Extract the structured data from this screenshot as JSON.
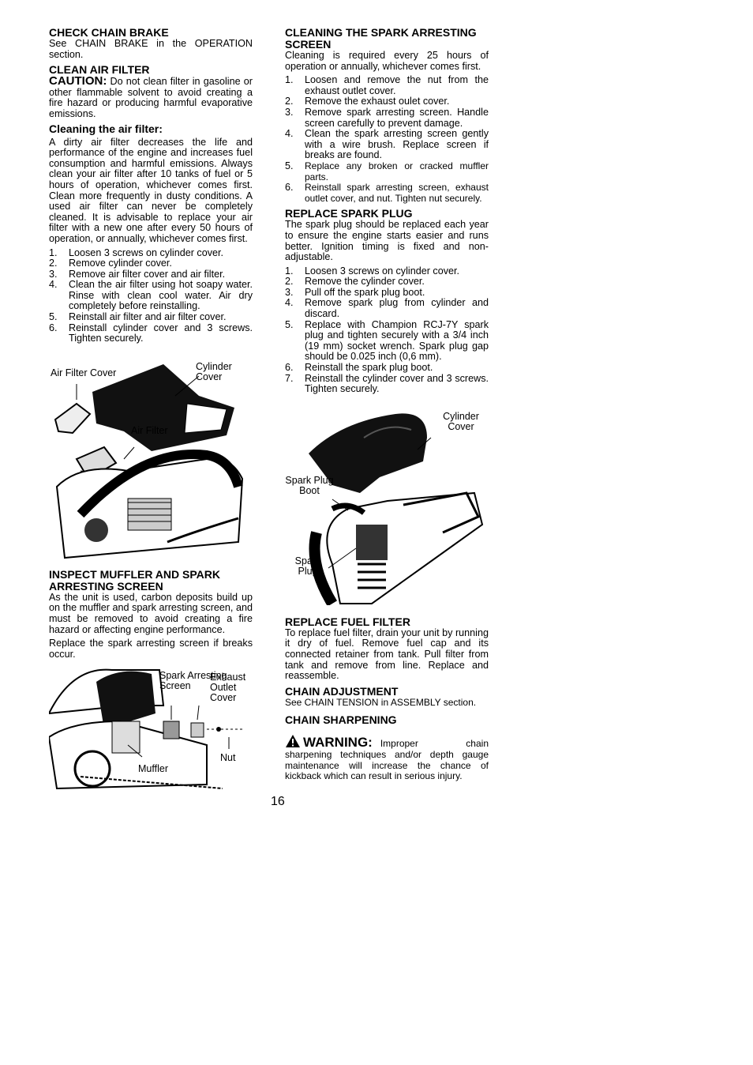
{
  "left": {
    "check_chain_brake": {
      "heading": "CHECK CHAIN BRAKE",
      "text": "See CHAIN BRAKE in the OPERATION section."
    },
    "clean_air_filter": {
      "heading": "CLEAN AIR FILTER",
      "caution_label": "CAUTION:",
      "caution_text": " Do not clean filter in gasoline or other flammable solvent to avoid creating a fire hazard or producing harmful evaporative emissions.",
      "subheading": "Cleaning the air filter:",
      "intro": "A dirty air filter decreases the life and performance of the engine and increases fuel consumption and harmful emissions. Always clean your air filter after 10 tanks of fuel or 5 hours of operation, whichever comes first. Clean more frequently in dusty conditions. A used air filter can never be completely cleaned. It is advisable to replace your air filter with a new one after every 50 hours of operation, or annually, whichever comes first.",
      "steps": [
        {
          "num": "1.",
          "text": "Loosen 3 screws on cylinder cover."
        },
        {
          "num": "2.",
          "text": "Remove cylinder cover."
        },
        {
          "num": "3.",
          "text": "Remove air filter cover and air filter."
        },
        {
          "num": "4.",
          "text": "Clean the air filter using hot soapy water. Rinse with clean cool water. Air dry completely before reinstalling."
        },
        {
          "num": "5.",
          "text": "Reinstall air filter and air filter cover."
        },
        {
          "num": "6.",
          "text": "Reinstall cylinder cover and 3 screws. Tighten securely."
        }
      ],
      "figure_labels": {
        "air_filter_cover": "Air Filter Cover",
        "cylinder_cover": "Cylinder Cover",
        "air_filter": "Air Filter"
      }
    },
    "inspect_muffler": {
      "heading": "INSPECT MUFFLER AND SPARK ARRESTING SCREEN",
      "p1": "As the unit is used, carbon deposits build up on the muffler and spark arresting screen, and must be removed to avoid creating a fire hazard or affecting engine performance.",
      "p2": "Replace the spark arresting screen if breaks occur.",
      "figure_labels": {
        "spark_arresting_screen": "Spark Arresting Screen",
        "exhaust_outlet_cover": "Exhaust Outlet Cover",
        "muffler": "Muffler",
        "nut": "Nut"
      }
    }
  },
  "right": {
    "cleaning_spark_screen": {
      "heading": "CLEANING THE SPARK ARRESTING SCREEN",
      "intro": "Cleaning is required every 25 hours of operation or annually, whichever comes first.",
      "steps": [
        {
          "num": "1.",
          "text": "Loosen and remove the nut from the exhaust outlet cover."
        },
        {
          "num": "2.",
          "text": "Remove the exhaust oulet cover."
        },
        {
          "num": "3.",
          "text": "Remove spark arresting screen. Handle screen carefully to prevent damage."
        },
        {
          "num": "4.",
          "text": "Clean the spark arresting screen gently with a wire brush. Replace screen if breaks are found."
        },
        {
          "num": "5.",
          "text": "Replace any broken or cracked muffler parts."
        },
        {
          "num": "6.",
          "text": "Reinstall spark arresting screen, exhaust outlet cover, and nut. Tighten nut securely."
        }
      ]
    },
    "replace_spark_plug": {
      "heading": "REPLACE SPARK PLUG",
      "intro": "The spark plug should be replaced each year to ensure the engine starts easier and runs better. Ignition timing is fixed and non-adjustable.",
      "steps": [
        {
          "num": "1.",
          "text": "Loosen 3 screws on cylinder cover."
        },
        {
          "num": "2.",
          "text": "Remove the cylinder cover."
        },
        {
          "num": "3.",
          "text": "Pull off the spark plug boot."
        },
        {
          "num": "4.",
          "text": "Remove spark plug from cylinder and discard."
        },
        {
          "num": "5.",
          "text": "Replace with Champion RCJ-7Y spark plug and tighten securely with a 3/4 inch (19 mm) socket wrench. Spark plug gap should be 0.025 inch (0,6 mm)."
        },
        {
          "num": "6.",
          "text": "Reinstall the spark plug boot."
        },
        {
          "num": "7.",
          "text": "Reinstall the cylinder cover and 3 screws. Tighten securely."
        }
      ],
      "figure_labels": {
        "cylinder_cover": "Cylinder Cover",
        "spark_plug_boot": "Spark Plug Boot",
        "spark_plug": "Spark Plug"
      }
    },
    "replace_fuel_filter": {
      "heading": "REPLACE FUEL FILTER",
      "text": "To replace fuel filter, drain your unit by running it dry of fuel. Remove fuel cap and its connected retainer from tank. Pull filter from tank and remove from line. Replace and reassemble."
    },
    "chain_adjustment": {
      "heading": "CHAIN ADJUSTMENT",
      "text": "See CHAIN TENSION in ASSEMBLY section."
    },
    "chain_sharpening": {
      "heading": "CHAIN SHARPENING",
      "warning_label": "WARNING:",
      "warning_text": "Improper chain sharpening techniques and/or depth gauge maintenance will increase the chance of kickback which can result in serious injury."
    }
  },
  "page_number": "16"
}
